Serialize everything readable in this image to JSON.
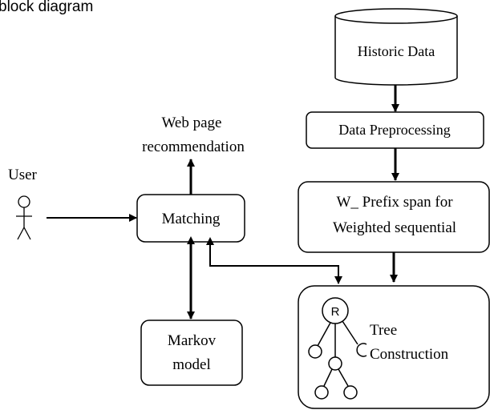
{
  "header": {
    "caption": "block diagram"
  },
  "nodes": {
    "historic_data": "Historic Data",
    "data_preprocessing": "Data Preprocessing",
    "prefix_span_line1": "W_ Prefix span for",
    "prefix_span_line2": "Weighted sequential",
    "matching": "Matching",
    "markov_line1": "Markov",
    "markov_line2": "model",
    "tree_line1": "Tree",
    "tree_line2": "Construction",
    "tree_root": "R",
    "user": "User",
    "recommendation_line1": "Web page",
    "recommendation_line2": "recommendation"
  },
  "colors": {
    "stroke": "#000000",
    "background": "#ffffff"
  }
}
